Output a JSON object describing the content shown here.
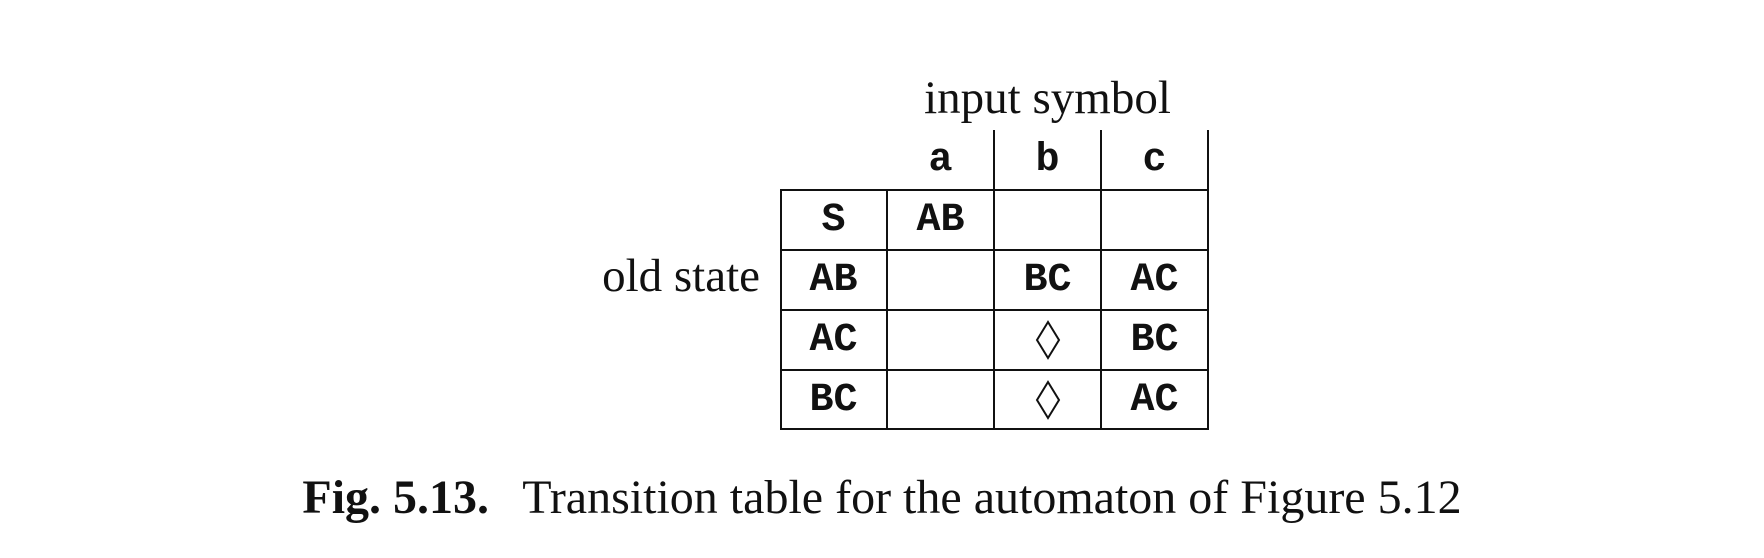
{
  "table": {
    "column_header_label": "input symbol",
    "row_header_label": "old state",
    "columns": [
      "a",
      "b",
      "c"
    ],
    "rows": [
      {
        "state": "S",
        "cells": [
          "AB",
          "",
          ""
        ]
      },
      {
        "state": "AB",
        "cells": [
          "",
          "BC",
          "AC"
        ]
      },
      {
        "state": "AC",
        "cells": [
          "",
          "◊",
          "BC"
        ]
      },
      {
        "state": "BC",
        "cells": [
          "",
          "◊",
          "AC"
        ]
      }
    ]
  },
  "caption": {
    "figure_number": "Fig. 5.13.",
    "text": "Transition table for the automaton of Figure 5.12"
  }
}
